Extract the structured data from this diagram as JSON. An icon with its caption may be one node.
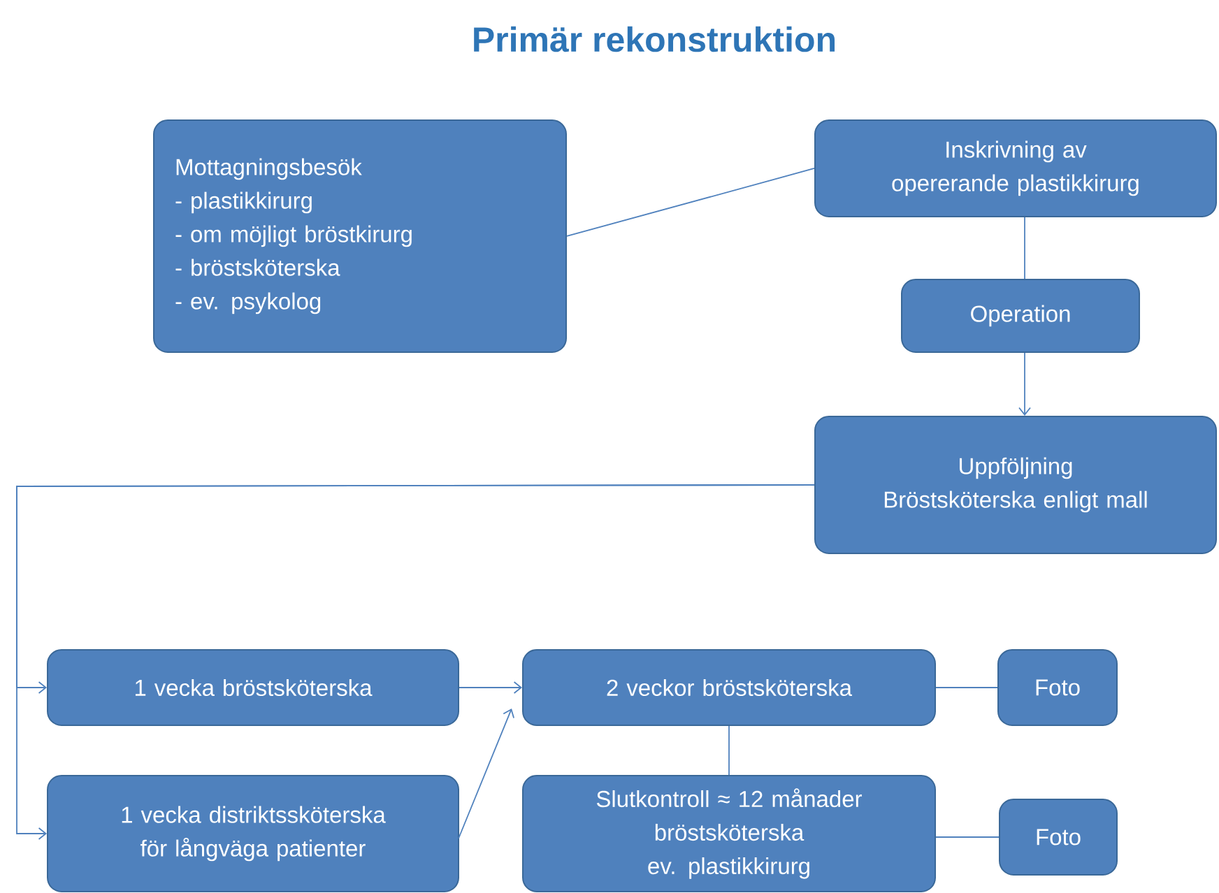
{
  "diagram": {
    "title": "Primär rekonstruktion",
    "nodes": [
      {
        "text": [
          "Mottagningsbesök",
          "- plastikkirurg",
          "- om möjligt bröstkirurg",
          "- bröstsköterska",
          "- ev. psykolog"
        ]
      },
      {
        "text": [
          "Inskrivning av opererande plastikkirurg"
        ]
      },
      {
        "text": [
          "Operation"
        ]
      },
      {
        "text": [
          "Uppföljning",
          "Bröstsköterska enligt mall"
        ]
      },
      {
        "text": [
          "1 vecka bröstsköterska"
        ]
      },
      {
        "text": [
          "2 veckor bröstsköterska"
        ]
      },
      {
        "text": [
          "Foto"
        ]
      },
      {
        "text": [
          "1 vecka distriktssköterska för långväga patienter"
        ]
      },
      {
        "text": [
          "Slutkontroll ≈ 12 månader",
          "bröstsköterska",
          "ev. plastikkirurg"
        ]
      },
      {
        "text": [
          "Foto"
        ]
      }
    ],
    "edges": [
      {
        "from": 0,
        "to": 1,
        "arrow": "none"
      },
      {
        "from": 1,
        "to": 2,
        "arrow": "none"
      },
      {
        "from": 2,
        "to": 3,
        "arrow": "to"
      },
      {
        "from": 3,
        "to": 4,
        "arrow": "to"
      },
      {
        "from": 3,
        "to": 7,
        "arrow": "to"
      },
      {
        "from": 4,
        "to": 5,
        "arrow": "to"
      },
      {
        "from": 7,
        "to": 5,
        "arrow": "to"
      },
      {
        "from": 5,
        "to": 6,
        "arrow": "none"
      },
      {
        "from": 5,
        "to": 8,
        "arrow": "none"
      },
      {
        "from": 8,
        "to": 9,
        "arrow": "none"
      }
    ]
  }
}
